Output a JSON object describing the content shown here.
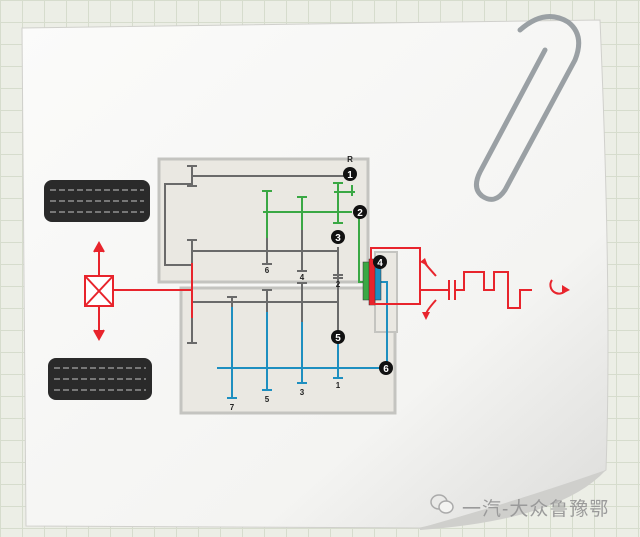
{
  "diagram": {
    "labels": {
      "reverse": "R",
      "gear6": "6",
      "gear4": "4",
      "gear2": "2",
      "gear7": "7",
      "gear5": "5",
      "gear3": "3",
      "gear1": "1"
    },
    "badges": [
      "1",
      "2",
      "3",
      "4",
      "5",
      "6"
    ]
  },
  "watermark": {
    "text": "一汽-大众鲁豫鄂",
    "icon": "wechat-icon"
  },
  "colors": {
    "even_shaft": "#3aa844",
    "odd_shaft": "#1e8fc0",
    "input": "#e8242c",
    "gray": "#6a6a6a"
  }
}
